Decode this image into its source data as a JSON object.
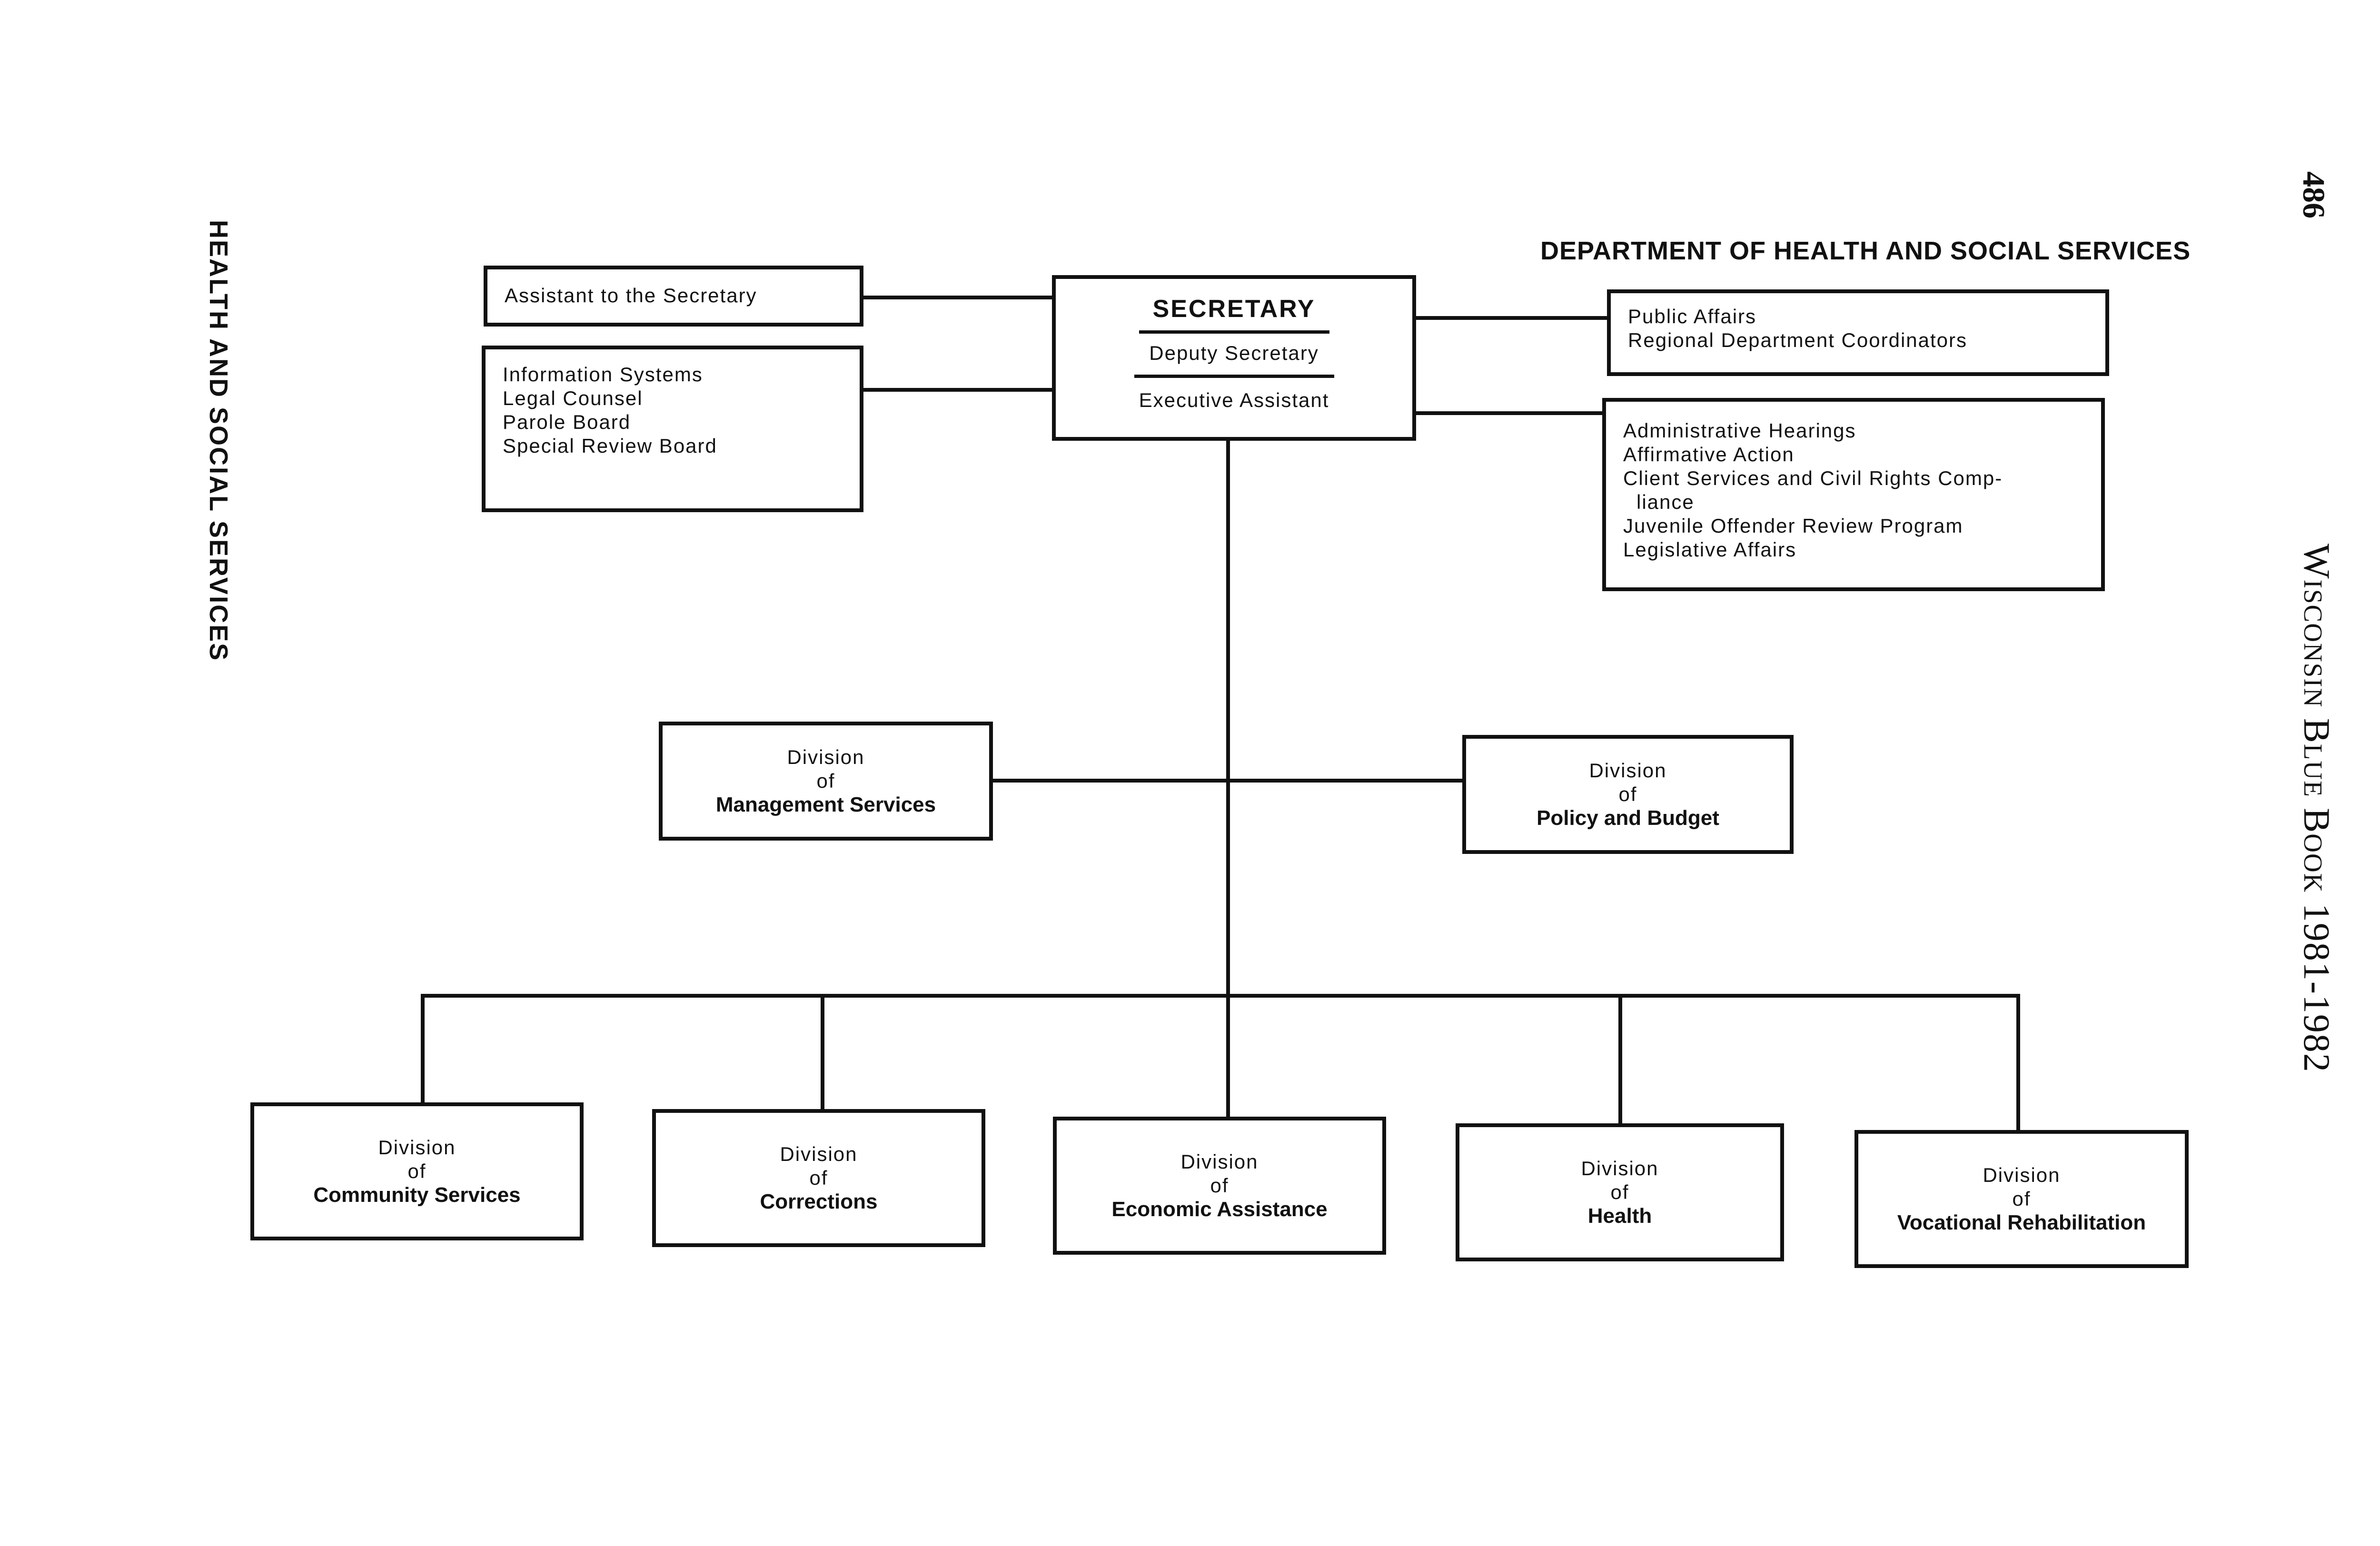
{
  "page": {
    "number": "486",
    "department_title": "DEPARTMENT OF HEALTH AND SOCIAL SERVICES",
    "running_head": "HEALTH AND SOCIAL SERVICES",
    "book_title": "Wisconsin Blue Book 1981-1982"
  },
  "org": {
    "secretary": {
      "title": "SECRETARY",
      "deputy": "Deputy Secretary",
      "executive": "Executive Assistant"
    },
    "left_staff": {
      "assistant": "Assistant to the Secretary",
      "offices": [
        "Information Systems",
        "Legal Counsel",
        "Parole Board",
        "Special Review Board"
      ]
    },
    "right_staff": {
      "offices_a": [
        "Public Affairs",
        "Regional Department Coordinators"
      ],
      "offices_b": [
        "Administrative Hearings",
        "Affirmative Action",
        "Client Services and Civil Rights Comp-",
        "liance",
        "Juvenile Offender Review Program",
        "Legislative Affairs"
      ]
    },
    "staff_divisions": [
      {
        "prefix": "Division",
        "of": "of",
        "name": "Management Services"
      },
      {
        "prefix": "Division",
        "of": "of",
        "name": "Policy and Budget"
      }
    ],
    "line_divisions": [
      {
        "prefix": "Division",
        "of": "of",
        "name": "Community Services"
      },
      {
        "prefix": "Division",
        "of": "of",
        "name": "Corrections"
      },
      {
        "prefix": "Division",
        "of": "of",
        "name": "Economic Assistance"
      },
      {
        "prefix": "Division",
        "of": "of",
        "name": "Health"
      },
      {
        "prefix": "Division",
        "of": "of",
        "name": "Vocational Rehabilitation"
      }
    ]
  }
}
